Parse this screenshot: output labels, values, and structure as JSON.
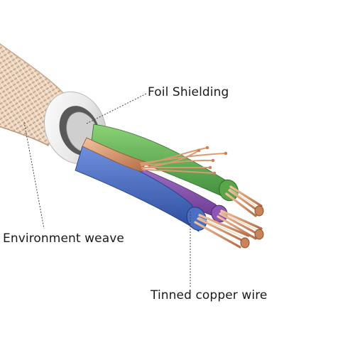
{
  "labels": {
    "foil_shielding": "Foil Shielding",
    "environment_weave": "Environment weave",
    "tinned_copper_wire": "Tinned copper wire"
  },
  "colors": {
    "braid": "#ead6c1",
    "foil": "#e9e9e9",
    "copper": "#d99a72",
    "green_insulation": "#69b45c",
    "blue_insulation": "#4b6fc1",
    "purple_insulation": "#8e55b5",
    "leader_line": "#444444"
  }
}
